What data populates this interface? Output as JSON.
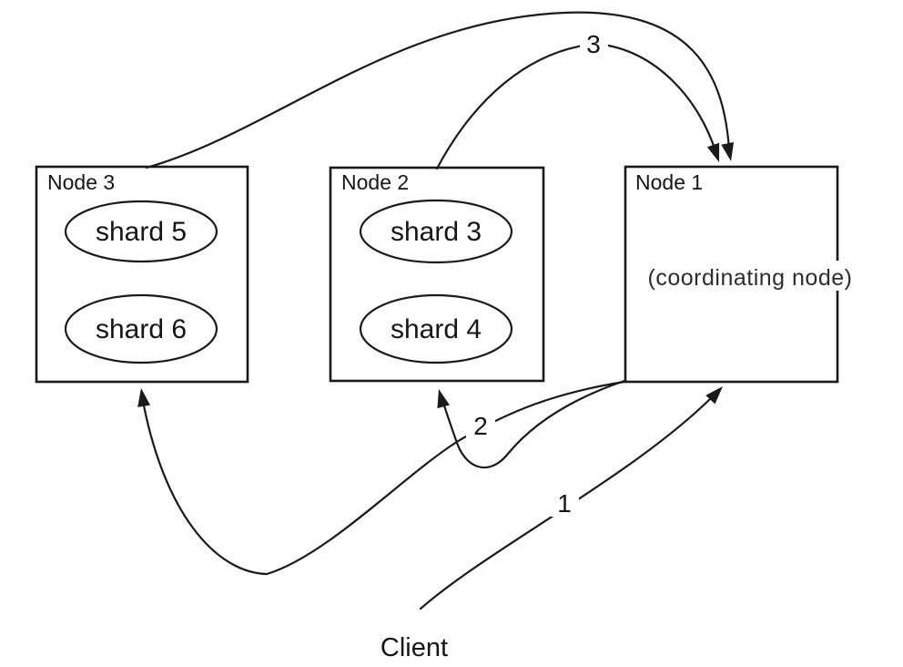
{
  "diagram": {
    "background_color": "#ffffff",
    "line_color": "#1a1a1a",
    "nodes": [
      {
        "label": "Node 3",
        "shards": [
          "shard 5",
          "shard 6"
        ]
      },
      {
        "label": "Node 2",
        "shards": [
          "shard 3",
          "shard 4"
        ]
      },
      {
        "label": "Node 1",
        "sublabel": "(coordinating node)",
        "shards": []
      }
    ],
    "client": {
      "label": "Client"
    },
    "arrows": {
      "step1": {
        "label": "1",
        "from": "Client",
        "to": "Node 1"
      },
      "step2": {
        "label": "2",
        "from": "Node 1",
        "to": "Node 2 and Node 3"
      },
      "step3": {
        "label": "3",
        "from": "Node 2 and Node 3",
        "to": "Node 1"
      }
    }
  }
}
